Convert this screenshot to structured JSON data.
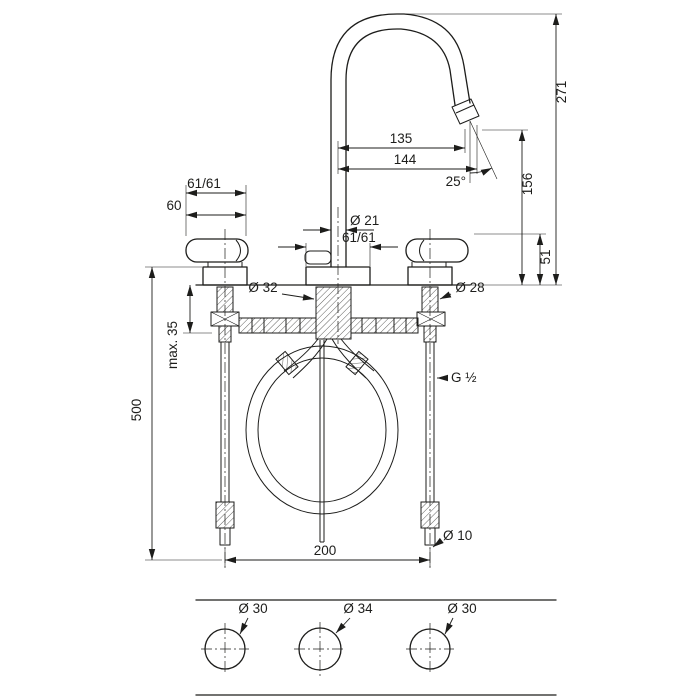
{
  "drawing": {
    "colors": {
      "line": "#1d1d1b",
      "background": "#ffffff"
    },
    "dims": {
      "len135": "135",
      "len144": "144",
      "angle25": "25°",
      "height271": "271",
      "height156": "156",
      "height51": "51",
      "left6161": "61/61",
      "len60": "60",
      "dia21": "Ø 21",
      "right6161": "61/61",
      "dia32": "Ø 32",
      "dia28": "Ø 28",
      "max35": "max. 35",
      "height500": "500",
      "thread": "G ½",
      "len200": "200",
      "dia10": "Ø 10",
      "hole_left": "Ø 30",
      "hole_center": "Ø 34",
      "hole_right": "Ø 30"
    }
  }
}
